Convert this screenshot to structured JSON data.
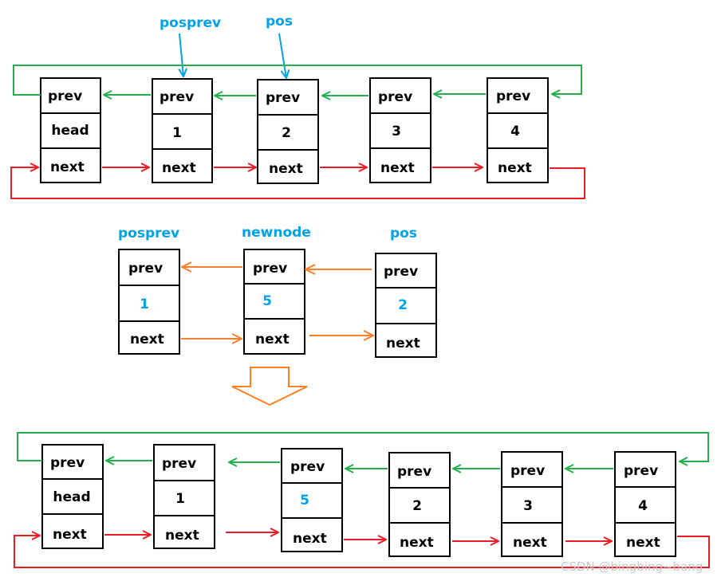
{
  "colors": {
    "green": "#22b14c",
    "red": "#ed1c24",
    "orange": "#ff7f27",
    "blue": "#00a2e8",
    "black": "#000000"
  },
  "field_labels": {
    "prev": "prev",
    "next": "next"
  },
  "top_list": {
    "pointer_labels": {
      "posprev": "posprev",
      "pos": "pos"
    },
    "nodes": [
      {
        "data": "head",
        "data_color": "black"
      },
      {
        "data": "1",
        "data_color": "black"
      },
      {
        "data": "2",
        "data_color": "black"
      },
      {
        "data": "3",
        "data_color": "black"
      },
      {
        "data": "4",
        "data_color": "black"
      }
    ]
  },
  "middle_insert": {
    "labels": {
      "posprev": "posprev",
      "newnode": "newnode",
      "pos": "pos"
    },
    "nodes": [
      {
        "data": "1",
        "data_color": "blue"
      },
      {
        "data": "5",
        "data_color": "blue"
      },
      {
        "data": "2",
        "data_color": "blue"
      }
    ]
  },
  "bottom_list": {
    "nodes": [
      {
        "data": "head",
        "data_color": "black"
      },
      {
        "data": "1",
        "data_color": "black"
      },
      {
        "data": "5",
        "data_color": "blue"
      },
      {
        "data": "2",
        "data_color": "black"
      },
      {
        "data": "3",
        "data_color": "black"
      },
      {
        "data": "4",
        "data_color": "black"
      }
    ]
  },
  "watermark": "CSDN @bingbing~bang"
}
